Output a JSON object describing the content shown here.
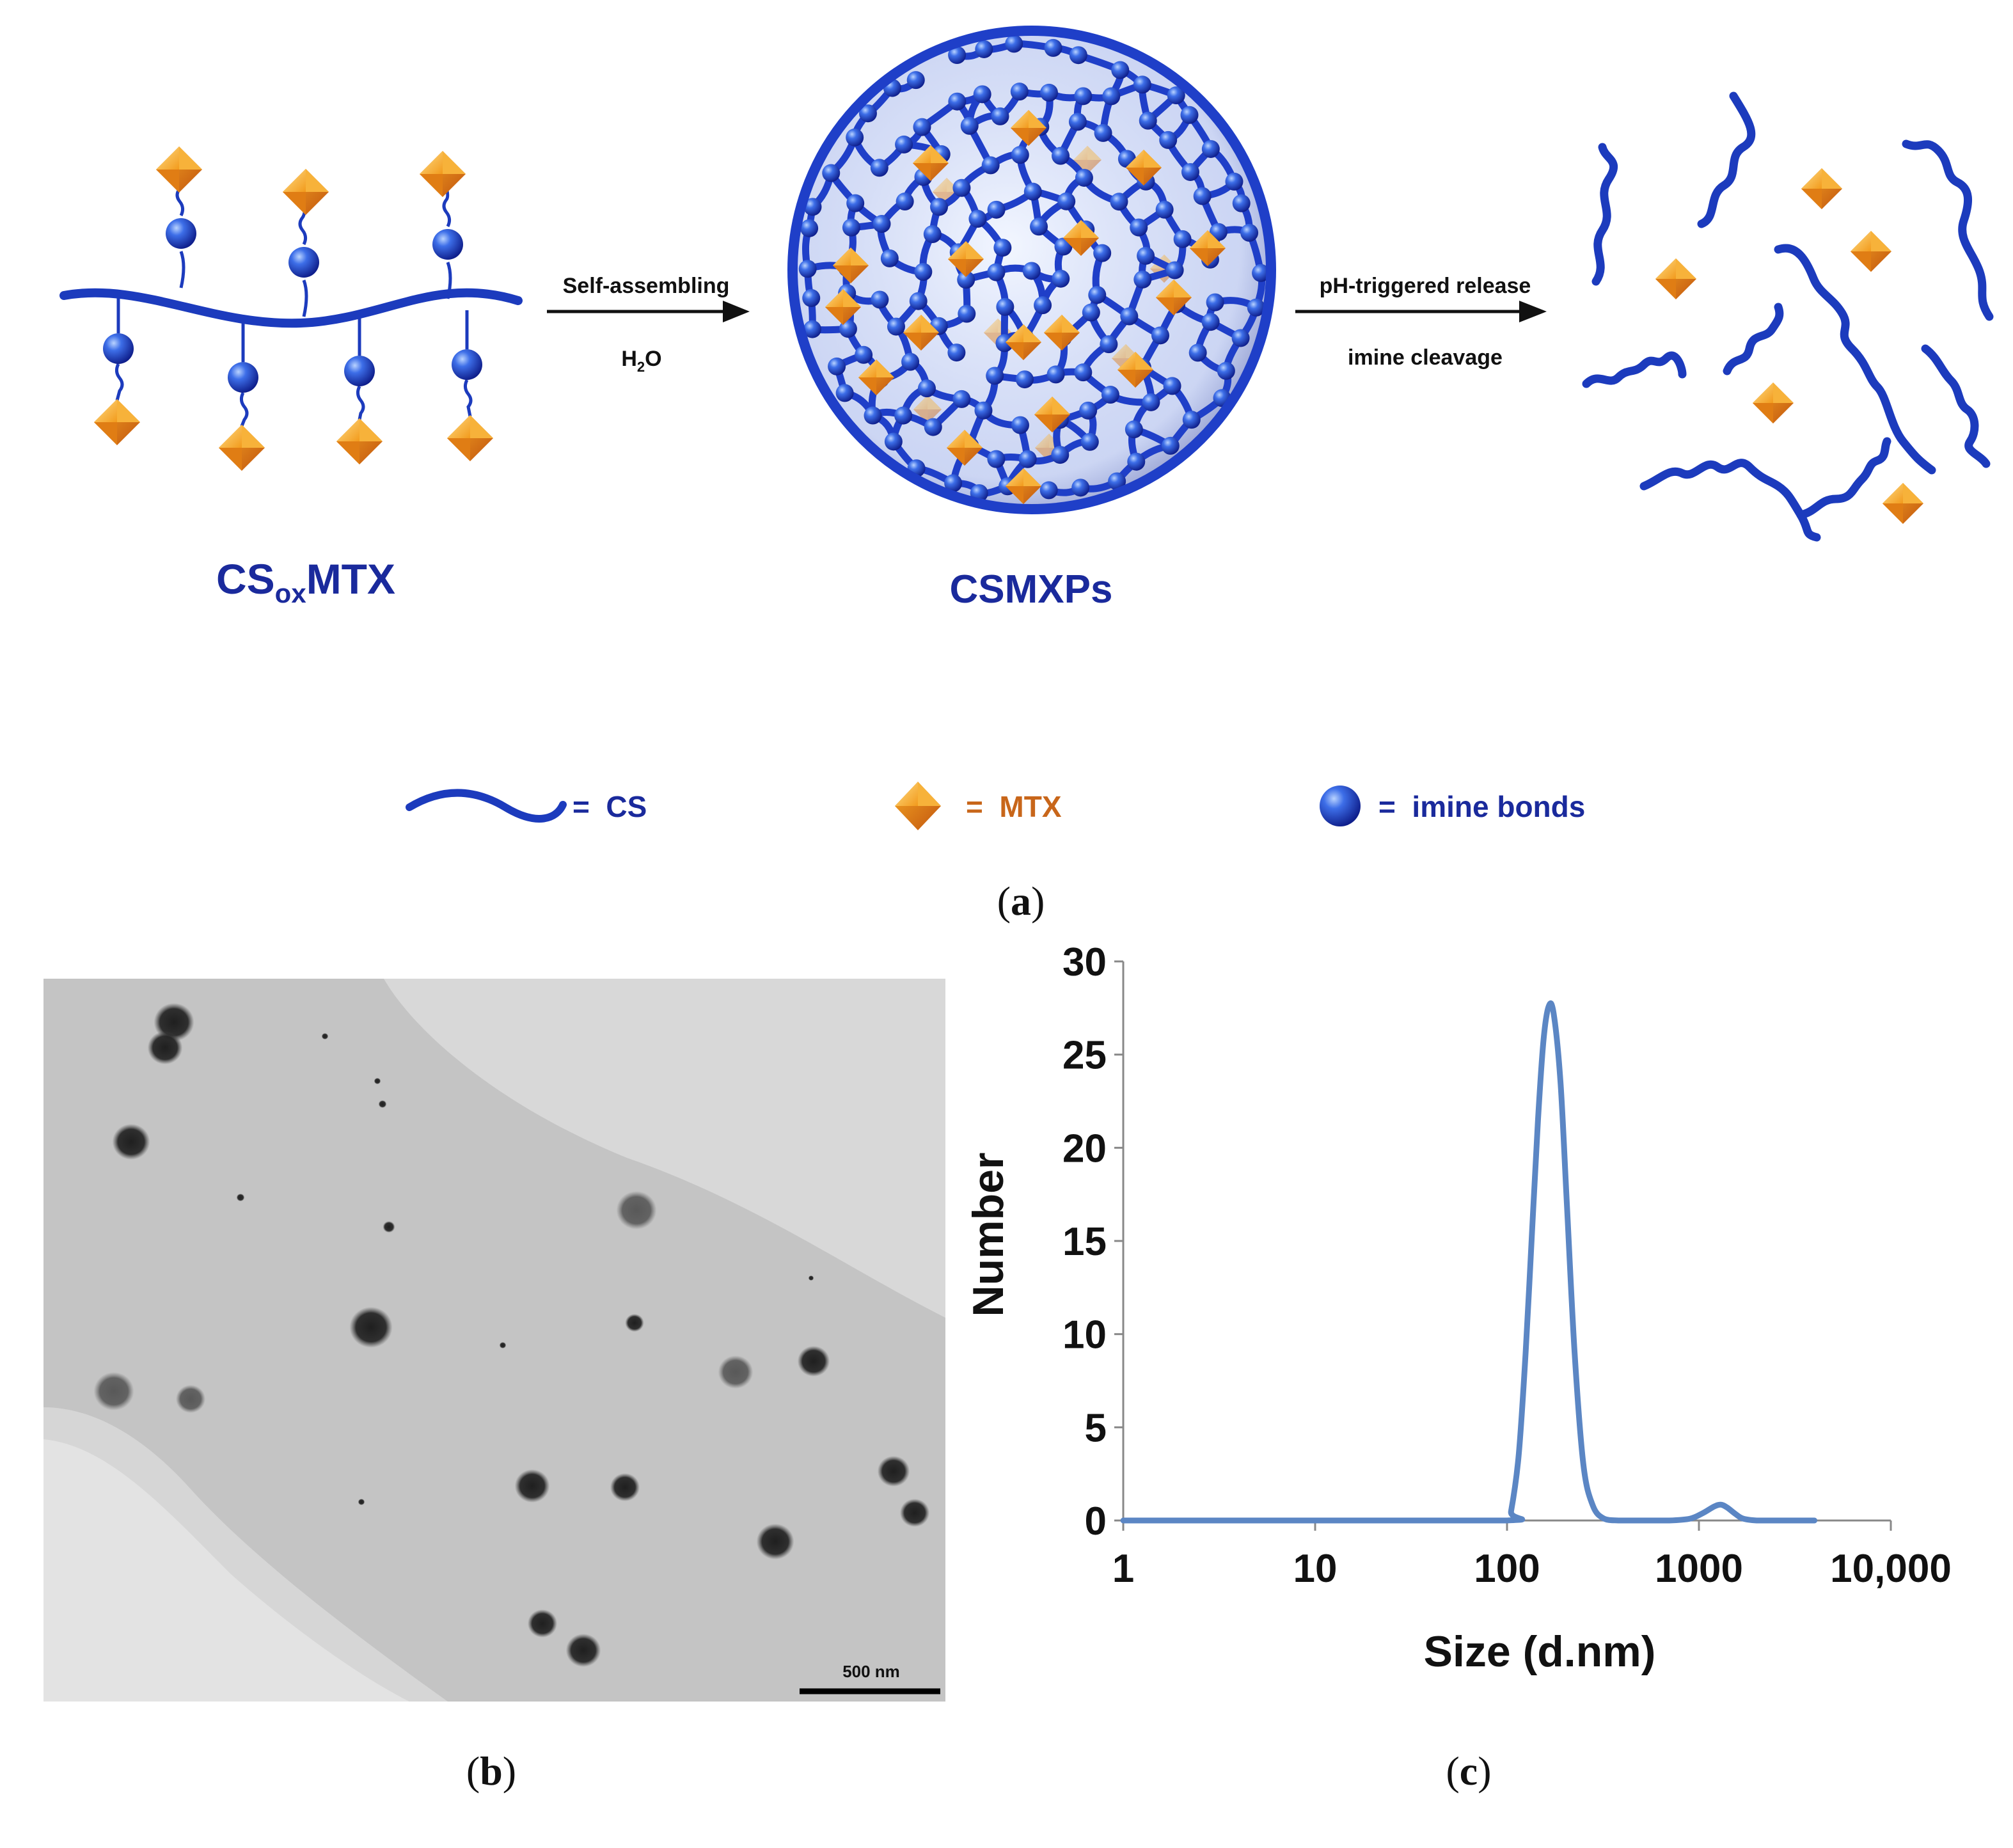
{
  "scheme": {
    "precursor_label": {
      "main": "CS",
      "sub": "ox",
      "tail": "MTX"
    },
    "particle_label": "CSMXPs",
    "arrow1": {
      "top": "Self-assembling",
      "bottom_main": "H",
      "bottom_sub": "2",
      "bottom_tail": "O"
    },
    "arrow2": {
      "top": "pH-triggered release",
      "bottom": "imine cleavage"
    }
  },
  "legend": {
    "cs": "=  CS",
    "mtx": "=  MTX",
    "imine": "=  imine bonds"
  },
  "panels": {
    "a": {
      "open": "(",
      "letter": "a",
      "close": ")"
    },
    "b": {
      "open": "(",
      "letter": "b",
      "close": ")"
    },
    "c": {
      "open": "(",
      "letter": "c",
      "close": ")"
    }
  },
  "tem": {
    "scale_bar": "500 nm"
  },
  "colors": {
    "cs_blue": "#1c3bbd",
    "mtx_orange": "#f0951e",
    "label_blue": "#1a2a9c",
    "label_orange": "#c8661a",
    "curve": "#5b86c4"
  },
  "chart_data": {
    "type": "line",
    "xlabel": "Size (d.nm)",
    "ylabel": "Number",
    "x_scale": "log",
    "xlim": [
      1,
      10000
    ],
    "ylim": [
      0,
      30
    ],
    "x_ticks": [
      1,
      10,
      100,
      1000,
      10000
    ],
    "x_tick_labels": [
      "1",
      "10",
      "100",
      "1000",
      "10,000"
    ],
    "y_ticks": [
      0,
      5,
      10,
      15,
      20,
      25,
      30
    ],
    "y_tick_labels": [
      "0",
      "5",
      "10",
      "15",
      "20",
      "25",
      "30"
    ],
    "grid": false,
    "series": [
      {
        "x": [
          1,
          10,
          100,
          105,
          115,
          125,
          135,
          145,
          155,
          165,
          175,
          190,
          205,
          225,
          250,
          280,
          320,
          380,
          500,
          700,
          900,
          1050,
          1200,
          1300,
          1400,
          1550,
          1700,
          2000,
          2500,
          4000
        ],
        "y": [
          0,
          0,
          0,
          0.5,
          3.5,
          9,
          15.5,
          21.5,
          25.8,
          27.6,
          27.2,
          23.5,
          17,
          9,
          3,
          0.8,
          0.1,
          0,
          0,
          0,
          0.1,
          0.4,
          0.75,
          0.85,
          0.7,
          0.35,
          0.1,
          0,
          0,
          0
        ]
      }
    ]
  }
}
